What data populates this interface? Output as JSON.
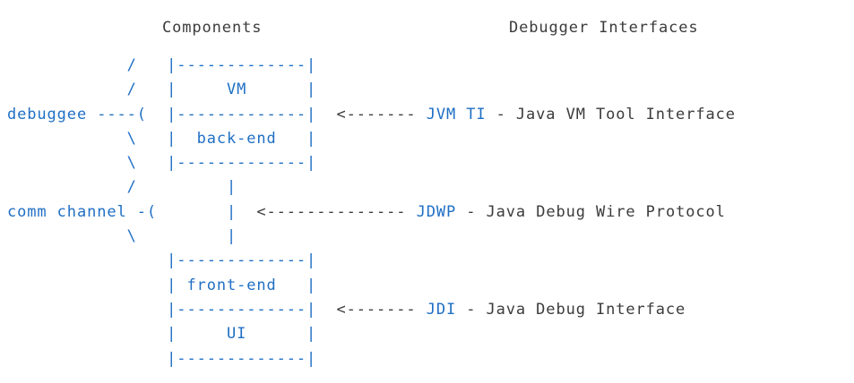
{
  "diagram": {
    "title_row": {
      "components_heading": "Components",
      "interfaces_heading": "Debugger Interfaces"
    },
    "boxes": [
      {
        "name": "vm",
        "label": "VM"
      },
      {
        "name": "back-end",
        "label": "back-end"
      },
      {
        "name": "front-end",
        "label": "front-end"
      },
      {
        "name": "ui",
        "label": "UI"
      }
    ],
    "components": [
      {
        "name": "debuggee",
        "label": "debuggee",
        "connector": "----("
      },
      {
        "name": "comm-channel",
        "label": "comm channel",
        "connector": "-("
      }
    ],
    "interfaces": [
      {
        "name": "jvm-ti",
        "arrow": "<-------",
        "abbrev": "JVM TI",
        "expansion": "- Java VM Tool Interface"
      },
      {
        "name": "jdwp",
        "arrow": "<--------------",
        "abbrev": "JDWP",
        "expansion": "- Java Debug Wire Protocol"
      },
      {
        "name": "jdi",
        "arrow": "<-------",
        "abbrev": "JDI",
        "expansion": "- Java Debug Interface"
      }
    ],
    "box_rule": "|-------------|",
    "brace_glyphs": {
      "upper_slash": "/",
      "lower_slash": "\\",
      "open_paren": "("
    },
    "rows": [
      {
        "name": "row-box-top-vm",
        "left": "            /   ",
        "blue_mid": "|-------------|",
        "arrow": "",
        "abbrev": "",
        "expansion": ""
      },
      {
        "name": "row-vm-label",
        "left": "            /   ",
        "blue_mid": "|     VM      |",
        "arrow": "",
        "abbrev": "",
        "expansion": ""
      },
      {
        "name": "row-debuggee",
        "left": "debuggee ----(  ",
        "blue_mid": "|-------------|",
        "arrow": "  <------- ",
        "abbrev": "JVM TI",
        "expansion": " - Java VM Tool Interface"
      },
      {
        "name": "row-backend-label",
        "left": "            \\   ",
        "blue_mid": "|  back-end   |",
        "arrow": "",
        "abbrev": "",
        "expansion": ""
      },
      {
        "name": "row-box-bottom-backend",
        "left": "            \\   ",
        "blue_mid": "|-------------|",
        "arrow": "",
        "abbrev": "",
        "expansion": ""
      },
      {
        "name": "row-link-1",
        "left": "            /   ",
        "blue_mid": "      |        ",
        "arrow": "",
        "abbrev": "",
        "expansion": ""
      },
      {
        "name": "row-comm-channel",
        "left": "comm channel -( ",
        "blue_mid": "      |  ",
        "arrow": "<-------------- ",
        "abbrev": "JDWP",
        "expansion": " - Java Debug Wire Protocol"
      },
      {
        "name": "row-link-2",
        "left": "            \\   ",
        "blue_mid": "      |        ",
        "arrow": "",
        "abbrev": "",
        "expansion": ""
      },
      {
        "name": "row-box-top-frontend",
        "left": "                ",
        "blue_mid": "|-------------|",
        "arrow": "",
        "abbrev": "",
        "expansion": ""
      },
      {
        "name": "row-frontend-label",
        "left": "                ",
        "blue_mid": "| front-end   |",
        "arrow": "",
        "abbrev": "",
        "expansion": ""
      },
      {
        "name": "row-box-mid-ui",
        "left": "                ",
        "blue_mid": "|-------------|",
        "arrow": "  <------- ",
        "abbrev": "JDI",
        "expansion": " - Java Debug Interface"
      },
      {
        "name": "row-ui-label",
        "left": "                ",
        "blue_mid": "|     UI      |",
        "arrow": "",
        "abbrev": "",
        "expansion": ""
      },
      {
        "name": "row-box-bottom-ui",
        "left": "                ",
        "blue_mid": "|-------------|",
        "arrow": "",
        "abbrev": "",
        "expansion": ""
      }
    ]
  },
  "colors": {
    "background": "#ffffff",
    "diagram_blue": "#1f6fc4",
    "annotation_gray": "#3b3b3b"
  }
}
